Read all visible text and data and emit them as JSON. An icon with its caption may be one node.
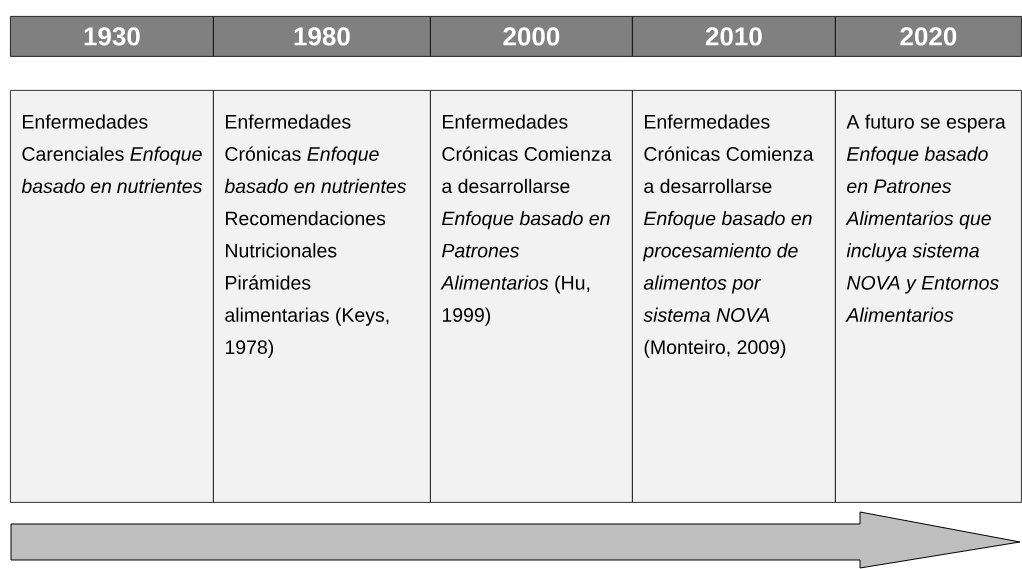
{
  "diagram": {
    "nodes": [
      {
        "text": [
          "1930"
        ]
      },
      {
        "text": [
          "1980"
        ]
      },
      {
        "text": [
          "2000"
        ]
      },
      {
        "text": [
          "2010"
        ]
      },
      {
        "text": [
          "2020"
        ]
      },
      {
        "text": [
          "Enfermedades Carenciales *Enfoque basado en nutrientes*"
        ]
      },
      {
        "text": [
          "Enfermedades Crónicas *Enfoque basado en nutrientes* Recomendaciones Nutricionales Pirámides alimentarias (Keys, 1978)"
        ]
      },
      {
        "text": [
          "Enfermedades Crónicas Comienza a desarrollarse *Enfoque basado en Patrones Alimentarios* (Hu, 1999)"
        ]
      },
      {
        "text": [
          "Enfermedades Crónicas Comienza a desarrollarse *Enfoque basado en procesamiento de alimentos por sistema NOVA* (Monteiro, 2009)"
        ]
      },
      {
        "text": [
          "A futuro se espera *Enfoque basado en Patrones Alimentarios que incluya sistema NOVA y Entornos Alimentarios*"
        ]
      }
    ]
  }
}
